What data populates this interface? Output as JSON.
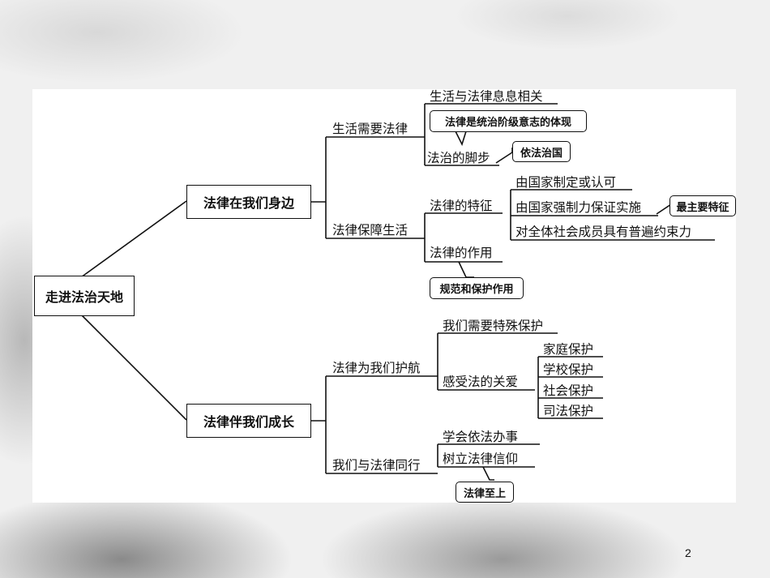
{
  "root": "走进法治天地",
  "branch1": {
    "title": "法律在我们身边",
    "sub1": {
      "title": "生活需要法律",
      "leaf1": "生活与法律息息相关",
      "bubble1": "法律是统治阶级意志的体现",
      "leaf2": "法治的脚步",
      "bubble2": "依法治国"
    },
    "sub2": {
      "title": "法律保障生活",
      "feature": "法律的特征",
      "features": [
        "由国家制定或认可",
        "由国家强制力保证实施",
        "对全体社会成员具有普遍约束力"
      ],
      "feature_bubble": "最主要特征",
      "function": "法律的作用",
      "function_bubble": "规范和保护作用"
    }
  },
  "branch2": {
    "title": "法律伴我们成长",
    "sub1": {
      "title": "法律为我们护航",
      "leaf1": "我们需要特殊保护",
      "leaf2": "感受法的关爱",
      "protections": [
        "家庭保护",
        "学校保护",
        "社会保护",
        "司法保护"
      ]
    },
    "sub2": {
      "title": "我们与法律同行",
      "leaf1": "学会依法办事",
      "leaf2": "树立法律信仰",
      "bubble": "法律至上"
    }
  },
  "page_number": "2"
}
